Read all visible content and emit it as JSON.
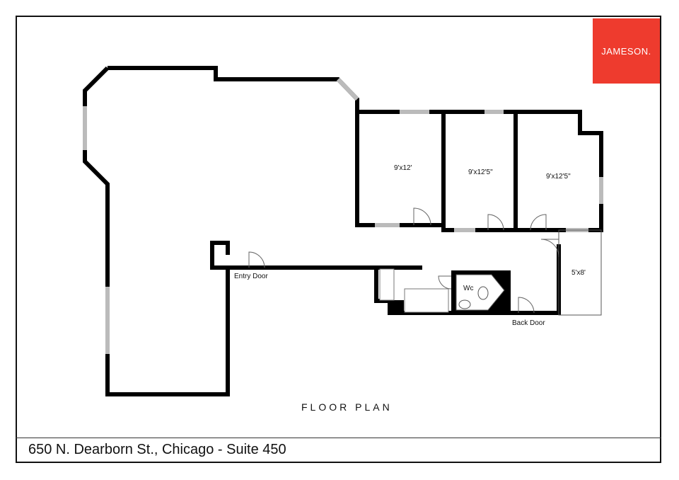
{
  "logo": {
    "text": "JAMESON.",
    "color": "#ee3b2e"
  },
  "rooms": [
    {
      "label": "9'x12'"
    },
    {
      "label": "9'x12'5\""
    },
    {
      "label": "9'x12'5\""
    },
    {
      "label": "5'x8'"
    },
    {
      "label": "Wc"
    }
  ],
  "doors": {
    "entry": "Entry Door",
    "back": "Back Door"
  },
  "title": "FLOOR PLAN",
  "footer": {
    "address": "650 N. Dearborn St., Chicago - Suite 450"
  }
}
